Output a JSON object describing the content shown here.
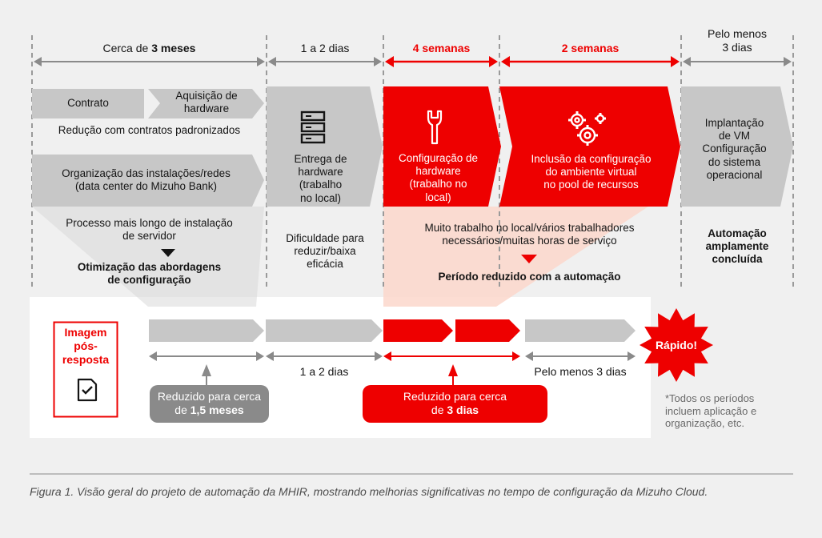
{
  "colors": {
    "red": "#ee0000",
    "gray": "#c7c7c7",
    "darkGray": "#8a8a8a",
    "dash": "#9a9a9a",
    "panel": "#f0f0f0",
    "pink": "#fbd7cb"
  },
  "phases": {
    "p1": {
      "pre": "Cerca de ",
      "bold": "3 meses"
    },
    "p2": "1 a 2 dias",
    "p3": "4 semanas",
    "p4": "2 semanas",
    "p5": {
      "line1": "Pelo menos",
      "line2": "3 dias"
    }
  },
  "boxes": {
    "contrato": "Contrato",
    "aquisicao": {
      "line1": "Aquisição de",
      "line2": "hardware"
    },
    "reducao": "Redução com contratos padronizados",
    "organizacao": {
      "line1": "Organização das instalações/redes",
      "line2": "(data center do Mizuho Bank)"
    },
    "entrega": {
      "line1": "Entrega de",
      "line2": "hardware",
      "line3": "(trabalho",
      "line4": "no local)"
    },
    "config_hw": {
      "line1": "Configuração de",
      "line2": "hardware",
      "line3": "(trabalho no",
      "line4": "local)"
    },
    "inclusao": {
      "line1": "Inclusão da configuração",
      "line2": "do ambiente virtual",
      "line3": "no pool de recursos"
    },
    "implantacao": {
      "line1": "Implantação",
      "line2": "de VM",
      "line3": "Configuração",
      "line4": "do sistema",
      "line5": "operacional"
    }
  },
  "notes": {
    "processo": {
      "line1": "Processo mais longo de instalação",
      "line2": "de servidor"
    },
    "otimizacao": {
      "line1": "Otimização das abordagens",
      "line2": "de configuração"
    },
    "dificuldade": {
      "line1": "Dificuldade para",
      "line2": "reduzir/baixa",
      "line3": "eficácia"
    },
    "muito": {
      "line1": "Muito trabalho no local/vários trabalhadores",
      "line2": "necessários/muitas horas de serviço"
    },
    "periodo": "Período reduzido com a automação",
    "automacao": {
      "line1": "Automação",
      "line2": "amplamente",
      "line3": "concluída"
    }
  },
  "after": {
    "label": {
      "line1": "Imagem",
      "line2": "pós-",
      "line3": "resposta"
    },
    "d1": "1 a 2 dias",
    "d2": "Pelo menos 3 dias",
    "pill1": {
      "line1": "Reduzido para cerca",
      "pre": "de ",
      "bold": "1,5 meses"
    },
    "pill2": {
      "line1": "Reduzido para cerca",
      "pre": "de ",
      "bold": "3 dias"
    },
    "burst": "Rápido!",
    "footnote": {
      "line1": "*Todos os períodos",
      "line2": "incluem aplicação e",
      "line3": "organização, etc."
    }
  },
  "icons": {
    "server": "server-icon",
    "wrench": "wrench-icon",
    "gears": "gears-icon",
    "checklist": "checklist-icon"
  },
  "caption": "Figura 1. Visão geral do projeto de automação da MHIR, mostrando melhorias significativas no tempo de configuração da Mizuho Cloud."
}
